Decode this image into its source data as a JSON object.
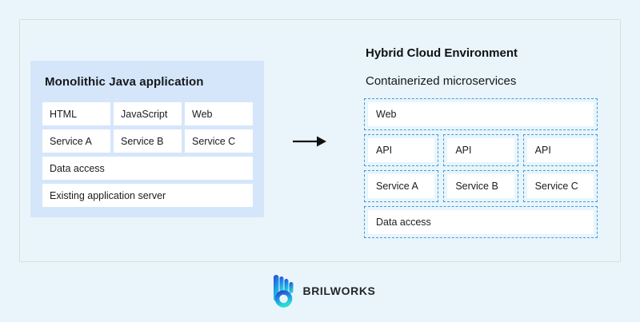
{
  "monolith": {
    "title": "Monolithic Java application",
    "row1": [
      "HTML",
      "JavaScript",
      "Web"
    ],
    "row2": [
      "Service A",
      "Service B",
      "Service C"
    ],
    "row3": "Data access",
    "row4": "Existing application server"
  },
  "cloud": {
    "title": "Hybrid Cloud Environment",
    "subtitle": "Containerized microservices",
    "web": "Web",
    "api": [
      "API",
      "API",
      "API"
    ],
    "services": [
      "Service A",
      "Service B",
      "Service C"
    ],
    "data": "Data access"
  },
  "footer": {
    "brand": "BRILWORKS"
  },
  "icons": {
    "arrow": "arrow-right-icon",
    "logo": "brilworks-logo-icon"
  },
  "colors": {
    "page_bg": "#E9F5FA",
    "frame_border": "#D8E0DC",
    "panel_bg": "#D5E6FA",
    "cell_bg": "#FFFFFF",
    "dotted_border": "#3D9BE4",
    "text": "#16181C",
    "arrow": "#111111",
    "logo_gradient_top": "#2C49D8",
    "logo_gradient_mid": "#1D9BE6",
    "logo_gradient_bottom": "#2ADBD4"
  }
}
